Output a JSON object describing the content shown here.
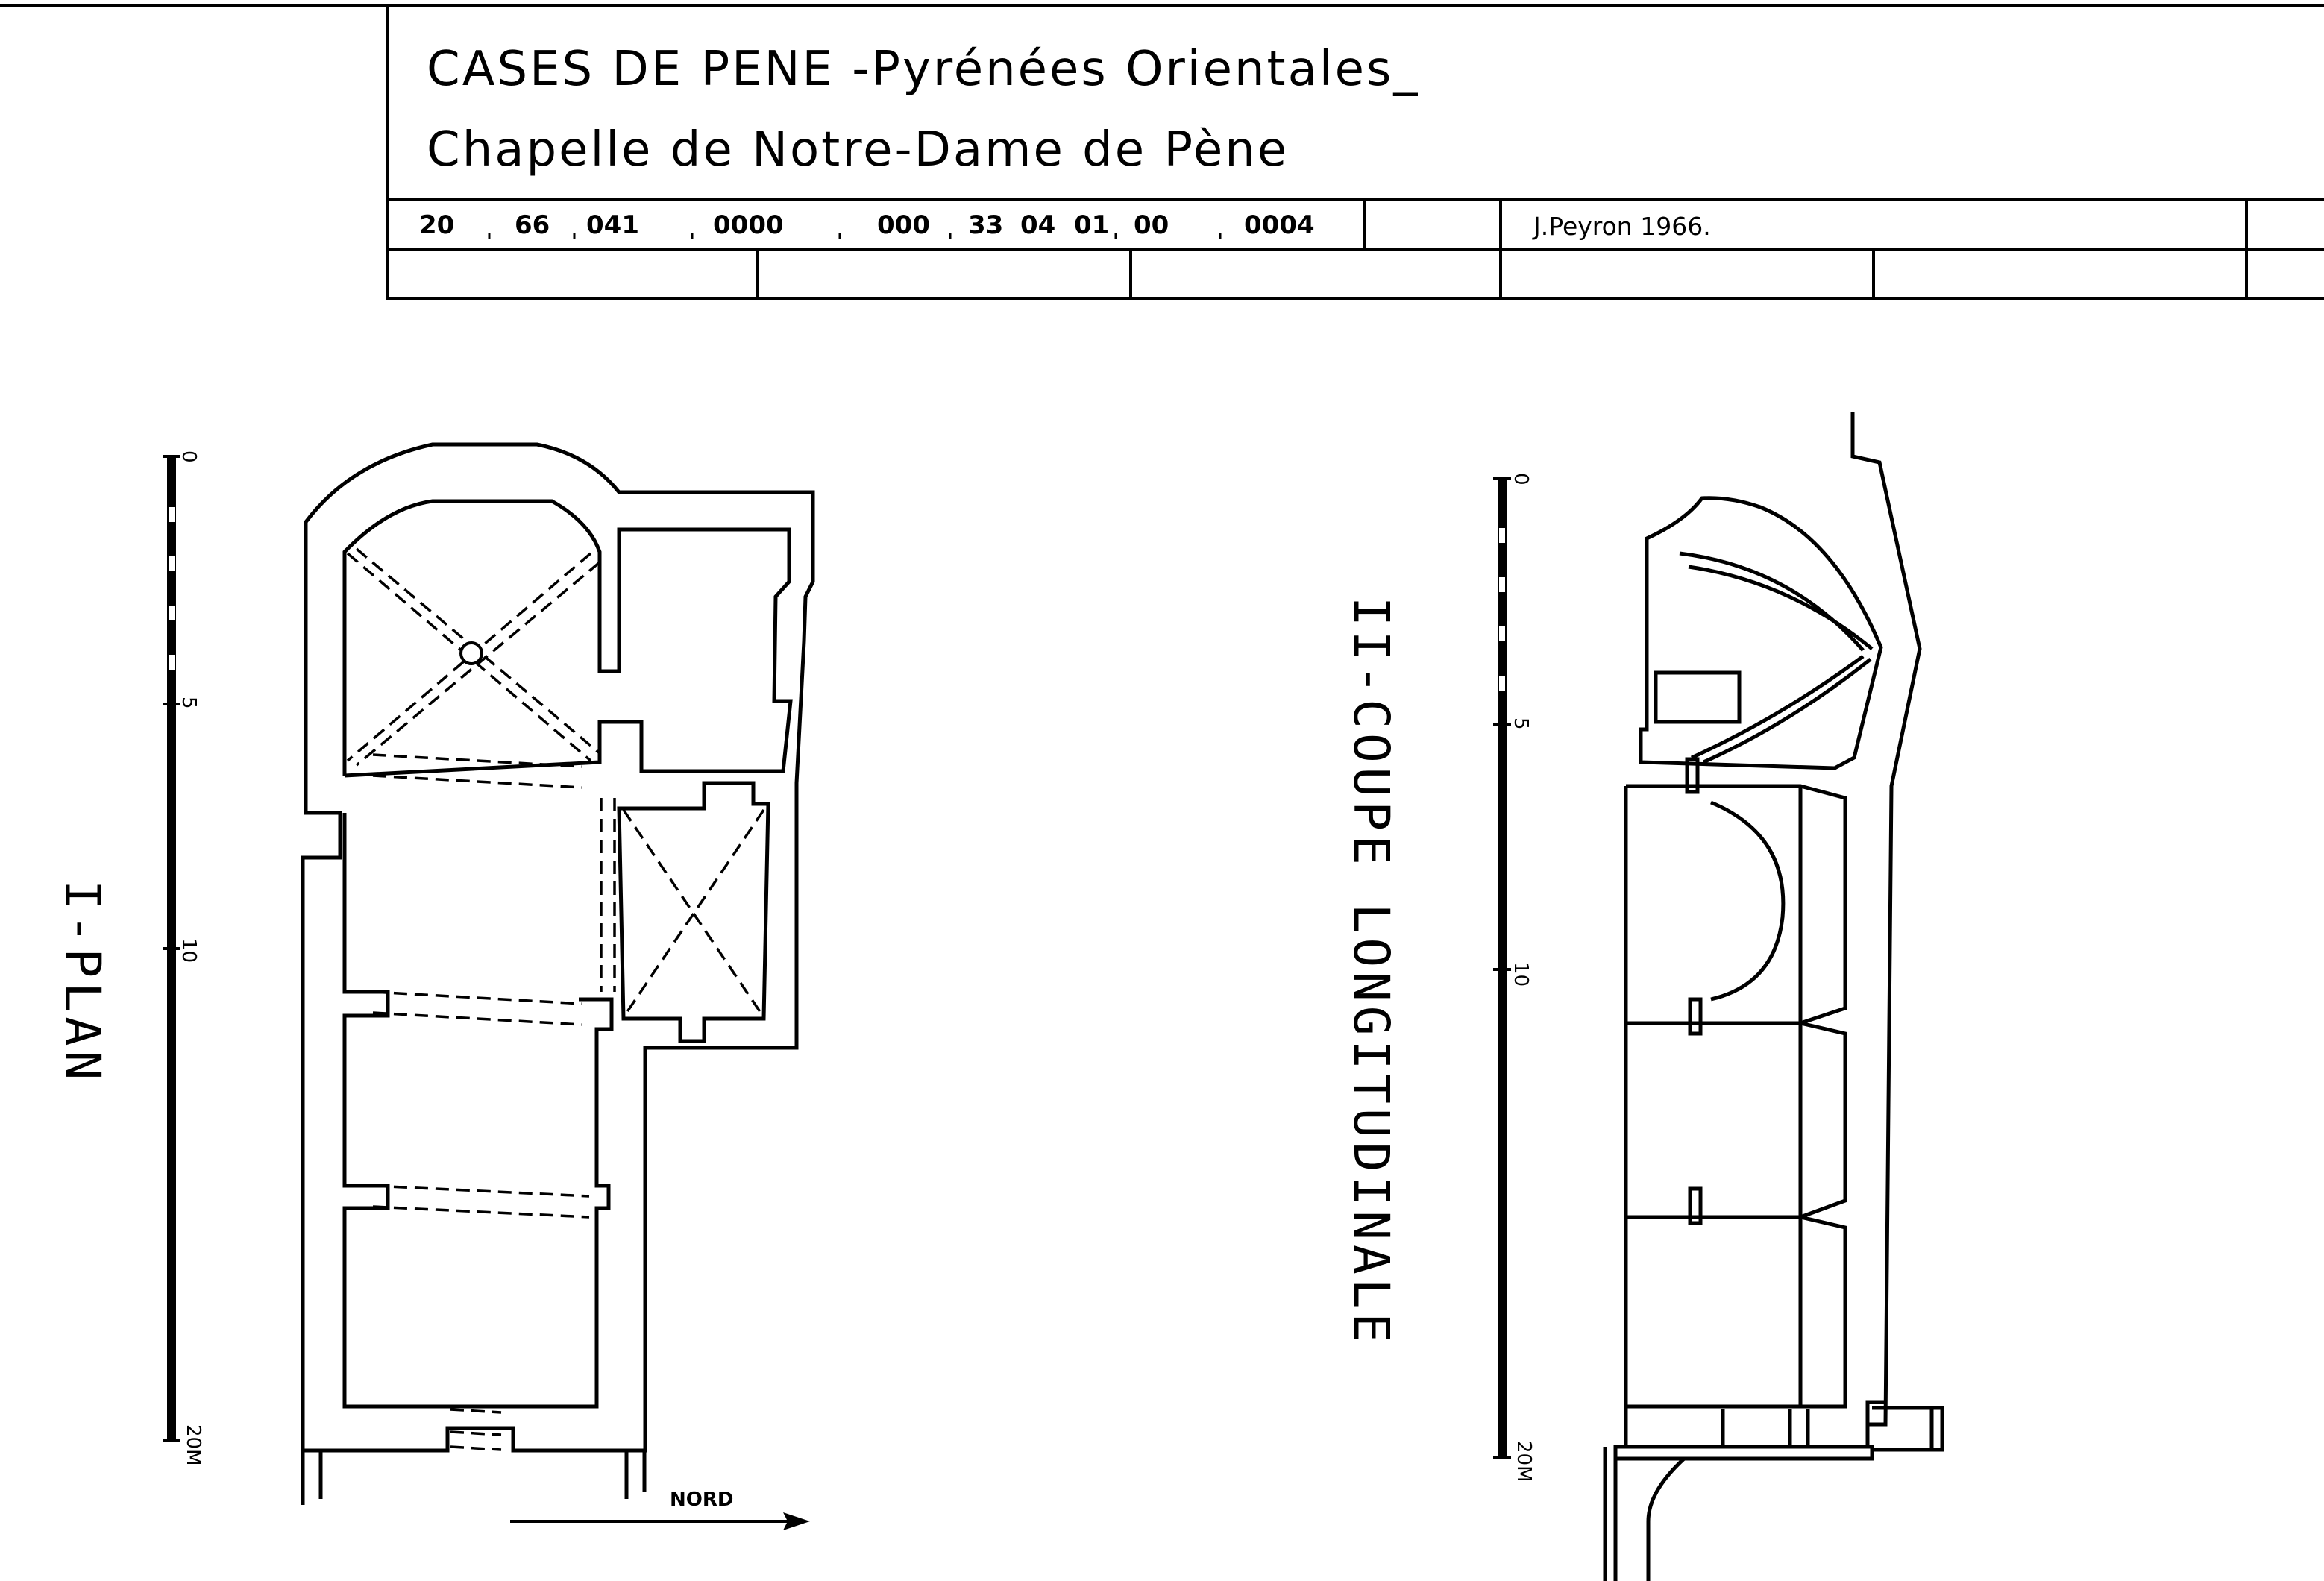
{
  "title_block": {
    "title_line1": "CASES DE PENE -Pyrénées Orientales_",
    "title_line2": "Chapelle de Notre-Dame de Pène",
    "codes": [
      "20",
      "66",
      "041",
      "0000",
      "000",
      "33",
      "04",
      "01",
      "00",
      "0004"
    ],
    "author": "J.Peyron 1966."
  },
  "plan": {
    "label": "I-PLAN",
    "scale_ticks": [
      "0",
      "5",
      "10",
      "20M"
    ],
    "north_label": "NORD"
  },
  "section": {
    "label": "II-COUPE LONGITUDINALE",
    "scale_ticks": [
      "0",
      "5",
      "10",
      "20M"
    ]
  }
}
